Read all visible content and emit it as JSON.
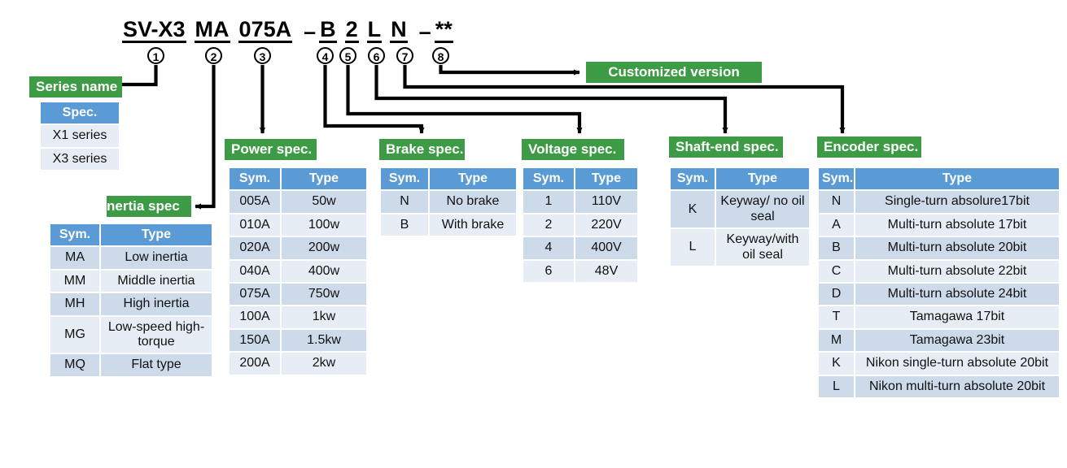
{
  "model_code": {
    "tokens": [
      {
        "text": "SV-X3",
        "underline": true
      },
      {
        "text": "MA",
        "underline": true
      },
      {
        "text": "075A",
        "underline": true
      },
      {
        "text": "–",
        "underline": false
      },
      {
        "text": "B",
        "underline": true
      },
      {
        "text": "2",
        "underline": true
      },
      {
        "text": "L",
        "underline": true
      },
      {
        "text": "N",
        "underline": true
      },
      {
        "text": "–",
        "underline": false
      },
      {
        "text": "**",
        "underline": true
      }
    ]
  },
  "callouts": [
    {
      "n": "1"
    },
    {
      "n": "2"
    },
    {
      "n": "3"
    },
    {
      "n": "4"
    },
    {
      "n": "5"
    },
    {
      "n": "6"
    },
    {
      "n": "7"
    },
    {
      "n": "8"
    }
  ],
  "sections": {
    "series": {
      "label": "Series name",
      "headers": [
        "Spec."
      ],
      "rows": [
        [
          "X1 series"
        ],
        [
          "X3 series"
        ]
      ]
    },
    "inertia": {
      "label": "nertia spec",
      "headers": [
        "Sym.",
        "Type"
      ],
      "rows": [
        [
          "MA",
          "Low inertia"
        ],
        [
          "MM",
          "Middle inertia"
        ],
        [
          "MH",
          "High inertia"
        ],
        [
          "MG",
          "Low-speed high-torque"
        ],
        [
          "MQ",
          "Flat type"
        ]
      ]
    },
    "power": {
      "label": "Power spec.",
      "headers": [
        "Sym.",
        "Type"
      ],
      "rows": [
        [
          "005A",
          "50w"
        ],
        [
          "010A",
          "100w"
        ],
        [
          "020A",
          "200w"
        ],
        [
          "040A",
          "400w"
        ],
        [
          "075A",
          "750w"
        ],
        [
          "100A",
          "1kw"
        ],
        [
          "150A",
          "1.5kw"
        ],
        [
          "200A",
          "2kw"
        ]
      ]
    },
    "brake": {
      "label": "Brake spec.",
      "headers": [
        "Sym.",
        "Type"
      ],
      "rows": [
        [
          "N",
          "No brake"
        ],
        [
          "B",
          "With brake"
        ]
      ]
    },
    "voltage": {
      "label": "Voltage spec.",
      "headers": [
        "Sym.",
        "Type"
      ],
      "rows": [
        [
          "1",
          "110V"
        ],
        [
          "2",
          "220V"
        ],
        [
          "4",
          "400V"
        ],
        [
          "6",
          "48V"
        ]
      ]
    },
    "shaft": {
      "label": "Shaft-end spec.",
      "headers": [
        "Sym.",
        "Type"
      ],
      "rows": [
        [
          "K",
          "Keyway/ no oil seal"
        ],
        [
          "L",
          "Keyway/with oil seal"
        ]
      ]
    },
    "encoder": {
      "label": "Encoder spec.",
      "headers": [
        "Sym.",
        "Type"
      ],
      "rows": [
        [
          "N",
          "Single-turn absolure17bit"
        ],
        [
          "A",
          "Multi-turn absolute 17bit"
        ],
        [
          "B",
          "Multi-turn absolute 20bit"
        ],
        [
          "C",
          "Multi-turn absolute 22bit"
        ],
        [
          "D",
          "Multi-turn absolute 24bit"
        ],
        [
          "T",
          "Tamagawa 17bit"
        ],
        [
          "M",
          "Tamagawa 23bit"
        ],
        [
          "K",
          "Nikon single-turn absolute 20bit"
        ],
        [
          "L",
          "Nikon multi-turn absolute 20bit"
        ]
      ]
    },
    "customized": {
      "label": "Customized version"
    }
  },
  "colors": {
    "green": "#3E9B45",
    "header_blue": "#5B9BD5",
    "row_dark": "#CCDAEA",
    "row_light": "#E6EDF5",
    "line": "#000000"
  }
}
